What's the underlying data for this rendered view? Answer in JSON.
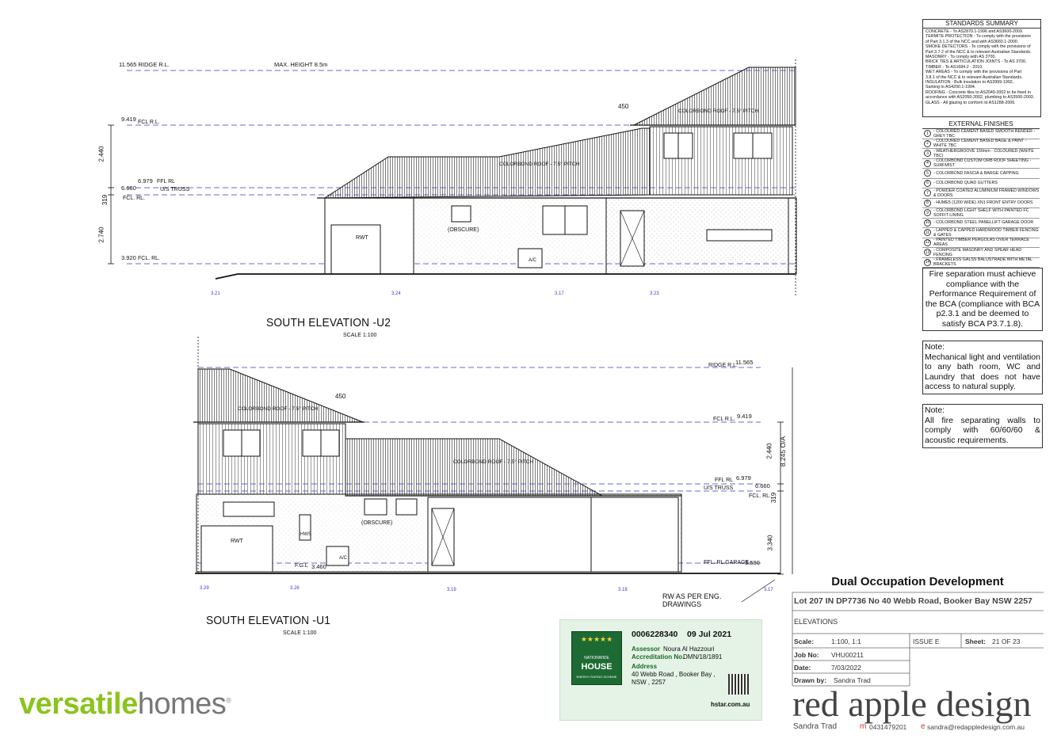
{
  "elevation_u2": {
    "title": "SOUTH ELEVATION -U2",
    "scale": "SCALE 1:100",
    "levels": {
      "ridge": "11.565 RIDGE R.L.",
      "max_height": "MAX. HEIGHT 8.5m",
      "fcl_upper": "9.419",
      "fcl_upper_lbl": "FCL R.L.",
      "ffl": "6.979",
      "ffl_lbl": "FFL RL",
      "us_truss": "U/S TRUSS",
      "fcl_mid": "6.660",
      "fcl_mid_lbl": "FCL. RL.",
      "fcl_low": "3.920",
      "fcl_low_lbl": "FCL. RL."
    },
    "dims": {
      "d1": "2.440",
      "d2": "319",
      "d3": "2.740",
      "d4": "450"
    },
    "roof_upper": "COLORBOND ROOF - 7.5° PITCH",
    "roof_lower": "COLORBOND ROOF - 7.5° PITCH",
    "rwt": "RWT",
    "obscure": "(OBSCURE)",
    "ac": "A/C",
    "ground": [
      "3.21",
      "3.24",
      "3.17",
      "3.23"
    ]
  },
  "elevation_u1": {
    "title": "SOUTH ELEVATION -U1",
    "scale": "SCALE 1:100",
    "levels": {
      "ridge_lbl": "RIDGE R.L.",
      "ridge": "11.565",
      "fcl_lbl": "FCL R.L.",
      "fcl": "9.419",
      "ffl_lbl": "FFL RL",
      "ffl": "6.979",
      "us_truss": "U/S TRUSS",
      "fcl_mid": "6.660",
      "fcl_mid_lbl": "FCL. RL.",
      "garage_lbl": "FFL. RL.GARAGE",
      "garage": "3.580",
      "fgl_lbl": "F.G.L",
      "fgl": "3.460"
    },
    "dims": {
      "d1": "2.440",
      "d2": "319",
      "d3": "3.340",
      "overall": "8.245 O/A",
      "d4": "450"
    },
    "roof_upper": "COLORBOND ROOF - 7.5° PITCH",
    "roof_lower": "COLORBOND ROOF - 7.5° PITCH",
    "rwt": "RWT",
    "hws": "HWS",
    "obscure": "(OBSCURE)",
    "ac": "A/C",
    "rw_note": "RW AS PER ENG. DRAWINGS",
    "ground": [
      "3.29",
      "3.26",
      "3.19",
      "3.18",
      "3.17"
    ]
  },
  "standards": {
    "title": "STANDARDS SUMMARY",
    "lines": [
      "CONCRETE - To AS2870.1-1996 and AS3600-2009.",
      "TERMITE PROTECTION - To comply with the provisions",
      "of Part 3.1.3 of the NCC and with AS3660.1-2000.",
      "SMOKE DETECTORS - To comply with the provisions of",
      "Part 3.7.2 of the NCC & to relevant Australian Standards.",
      "MASONRY - To comply with AS 3700.",
      "BRICK TIES & ARTICULATION JOINTS - To AS 3700.",
      "TIMBER - To AS1684.2 - 2010.",
      "WET AREAS - To comply with the provisions of Part",
      "3.8.1 of the NCC & to relevant Australian Standards.",
      "INSULATION - Bulk insulation to AS3999-1992,",
      "Sarking to AS4200.1-1994.",
      "ROOFING - Concrete tiles to AS2049-2002 to be fixed in",
      "accordance with AS2050-2002, plumbing to AS3500-2003.",
      "GLASS - All glazing to conform to AS1288-2006."
    ]
  },
  "finishes": {
    "title": "EXTERNAL FINISHES",
    "items": [
      {
        "n": "1",
        "t": "- COLOURED CEMENT BASED SMOOTH RENDER - GREY TBC"
      },
      {
        "n": "2",
        "t": "- COLOURED CEMENT BASED BAGE & PAINT - WHITE TBC"
      },
      {
        "n": "3",
        "t": "- WEATHERGROOVE 150mm - COLOURED (WHITE TBC)"
      },
      {
        "n": "4",
        "t": "- COLORBOND CUSTOM ORB ROOF SHEETING - SURFMIST"
      },
      {
        "n": "5",
        "t": "- COLORBOND FASCIA & BARGE CAPPING"
      },
      {
        "n": "6",
        "t": "- COLORBOND QUAD GUTTERS"
      },
      {
        "n": "7",
        "t": "- POWDER COATED ALUMINIUM FRAMED WINDOWS & DOORS"
      },
      {
        "n": "8",
        "t": "- HUME5 (1200 WIDE) XN1 FRONT ENTRY DOORS"
      },
      {
        "n": "9",
        "t": "- COLORBOND LIGHT SHELF WITH PAINTED FC SOFFIT LINING"
      },
      {
        "n": "10",
        "t": "- COLORBOND STEEL PANELLIFT GARAGE DOOR"
      },
      {
        "n": "11",
        "t": "- LAPPED & CAPPED HARDWOOD TIMBER FENCING & GATES"
      },
      {
        "n": "12",
        "t": "- PAINTED TIMBER PERGOLAS OVER TERRACE AREAS"
      },
      {
        "n": "13",
        "t": "- COMPOSITE MASONRY AND SPEAR HEAD FENCING"
      },
      {
        "n": "14",
        "t": "- FRAMELESS GALSS BALUSTRADE WITH METAL BRACKETS"
      }
    ]
  },
  "notes": {
    "fire": "Fire separation must achieve compliance with the Performance Requirement of the BCA (compliance with BCA p2.3.1 and be deemed to satisfy BCA P3.7.1.8).",
    "note1_hd": "Note:",
    "note1": "Mechanical light and ventilation to any bath room, WC and Laundry that does not have access to natural supply.",
    "note2_hd": "Note:",
    "note2": "All fire separating walls to comply with 60/60/60 & acoustic requirements."
  },
  "title_block": {
    "project": "Dual Occupation Development",
    "lot": "Lot 207 IN DP7736 No 40 Webb Road, Booker Bay NSW 2257",
    "drawing": "ELEVATIONS",
    "scale_lbl": "Scale:",
    "scale": "1:100, 1:1",
    "issue": "ISSUE E",
    "sheet_lbl": "Sheet:",
    "sheet": "21 OF 23",
    "job_lbl": "Job No:",
    "job": "VHU00211",
    "date_lbl": "Date:",
    "date": "7/03/2022",
    "drawn_lbl": "Drawn by:",
    "drawn": "Sandra Trad"
  },
  "nathers": {
    "cert": "0006228340",
    "date": "09 Jul 2021",
    "assessor_lbl": "Assessor",
    "assessor": "Noura Al Hazzouri",
    "accred_lbl": "Accreditation No.",
    "accred": "DMN/18/1891",
    "address_lbl": "Address",
    "address1": "40 Webb Road , Booker Bay ,",
    "address2": "NSW , 2257",
    "site": "hstar.com.au",
    "badge_top": "NATIONWIDE",
    "badge_main": "HOUSE",
    "badge_sub": "ENERGY RATING SCHEME"
  },
  "branding": {
    "vh_a": "versatile",
    "vh_b": "homes",
    "reg": "®",
    "ra": "red apple design",
    "name": "Sandra Trad",
    "m_lbl": "m",
    "phone": "0431479201",
    "e_lbl": "e",
    "email": "sandra@redappledesign.com.au"
  }
}
